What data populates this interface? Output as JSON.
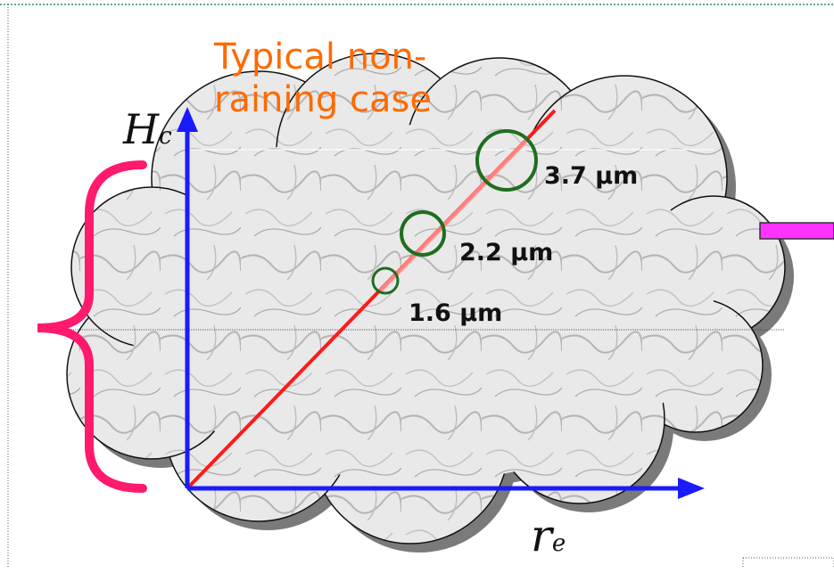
{
  "diagram": {
    "title": "Typical non-raining case",
    "y_axis_label": {
      "main": "H",
      "sub": "c"
    },
    "x_axis_label": {
      "main": "r",
      "sub": "e"
    },
    "annotations": [
      {
        "text": "3.7 μm"
      },
      {
        "text": "2.2 μm"
      },
      {
        "text": "1.6 μm"
      }
    ],
    "colors": {
      "title": "#ff6a00",
      "axes": "#1a1aff",
      "profile_line": "#ff1a1a",
      "circles": "#1f6e1f",
      "brace": "#ff1a6e",
      "side_bar": "#ff33ff"
    }
  }
}
